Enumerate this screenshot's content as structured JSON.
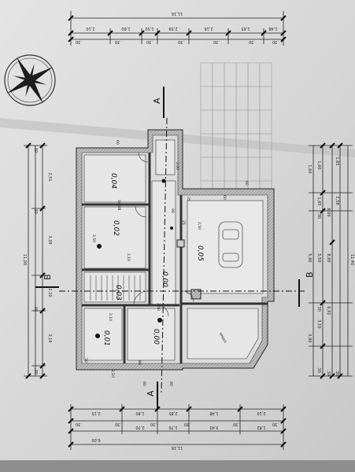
{
  "dims": {
    "top_total": "11,16",
    "top_row": [
      "2,10",
      "1,60",
      "1,50",
      "2,59",
      "2,16",
      "1,65",
      "1,48"
    ],
    "top_small": [
      ".30",
      ".30",
      ".30",
      ".30",
      ".30",
      ".30",
      ".30"
    ],
    "bottom_total": "11,16",
    "bottom_row1": [
      "6,00",
      "2,70",
      "1,70",
      "3,43",
      "1,82"
    ],
    "bottom_row2": [
      "2,15",
      "1,80",
      "2,85",
      "1,48",
      "2,10"
    ],
    "bottom_row3": [
      ".30",
      ".30",
      ".30",
      ".30",
      ".30",
      ".30"
    ],
    "left_total": "11,00",
    "left_row": [
      "3,19",
      "2,10",
      "3,39",
      "2,51"
    ],
    "left_small": [
      ".30",
      ".30",
      ".30",
      ".30"
    ],
    "right_outer": [
      "3,90",
      "5,90",
      "1,60"
    ],
    "right_inner": [
      "3,10",
      "1,65",
      "5,50",
      "1,60"
    ],
    "right_mid": [
      "6,92",
      "8,00",
      "6,00",
      "2,58",
      "1,65"
    ],
    "right_small": [
      ".30",
      ".30",
      ".30",
      ".30",
      ".30"
    ],
    "right_total": "11,40"
  },
  "rooms": {
    "top_left": "0,04",
    "mid_left": "0,02",
    "bottom_left": "0,01",
    "bottom_mid": "0,00",
    "hall": "0,00",
    "center": "0,03",
    "garage_level": "0,05",
    "corner_room": "SPAJZA"
  },
  "labels": {
    "section_a_top": "A",
    "section_a_bottom": "A",
    "section_b_left": "B",
    "section_b_right": "B",
    "door_labels": [
      "2,50",
      "2,10",
      "2,50",
      "2,10",
      "2,00",
      "2,50",
      "2,10"
    ],
    "window_labels": [
      "60",
      "50",
      "80",
      "80",
      "80",
      "60"
    ],
    "misc_labels": [
      "SH.08",
      "90",
      "25",
      "60",
      "35"
    ]
  }
}
